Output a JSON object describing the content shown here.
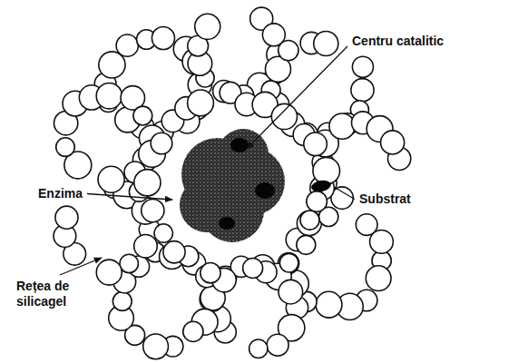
{
  "diagram": {
    "labels": [
      "Centru catalitic",
      "Enzima",
      "Substrat",
      "Rețea de silicagel"
    ]
  }
}
